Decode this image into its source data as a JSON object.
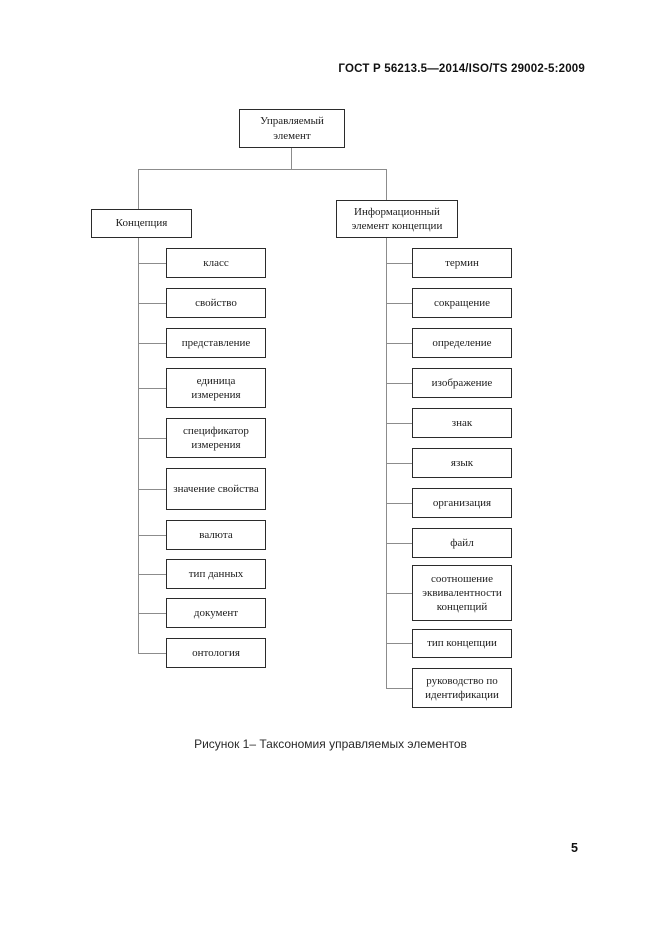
{
  "page": {
    "header": "ГОСТ Р 56213.5—2014/ISO/TS 29002-5:2009",
    "caption": "Рисунок 1– Таксономия управляемых элементов",
    "page_number": "5"
  },
  "colors": {
    "connector_line": "#8c8c8c",
    "box_border": "#2b2b2b",
    "text": "#1c1c1c"
  },
  "diagram": {
    "root_label": "Управляемый элемент",
    "left": {
      "label": "Концепция",
      "children": [
        "класс",
        "свойство",
        "представление",
        "единица измерения",
        "спецификатор измерения",
        "значение свойства",
        "валюта",
        "тип данных",
        "документ",
        "онтология"
      ]
    },
    "right": {
      "label": "Информационный элемент концепции",
      "children": [
        "термин",
        "сокращение",
        "определение",
        "изображение",
        "знак",
        "язык",
        "организация",
        "файл",
        "соотношение эквивалентности концепций",
        "тип концепции",
        "руководство по идентификации"
      ]
    }
  }
}
